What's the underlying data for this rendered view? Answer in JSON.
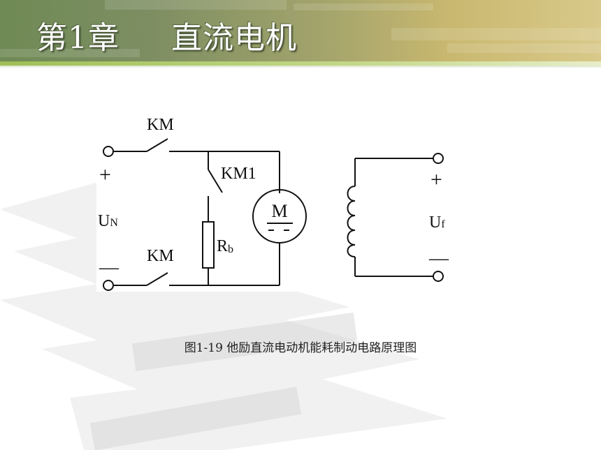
{
  "header": {
    "chapter_number": "第1章",
    "chapter_title": "直流电机"
  },
  "diagram": {
    "labels": {
      "km_top": "KM",
      "km_bottom": "KM",
      "km1": "KM1",
      "supply_plus": "+",
      "supply_minus": "—",
      "supply_voltage_main": "U",
      "supply_voltage_sub": "N",
      "resistor_main": "R",
      "resistor_sub": "b",
      "motor": "M",
      "field_plus": "+",
      "field_minus": "—",
      "field_voltage_main": "U",
      "field_voltage_sub": "f"
    }
  },
  "caption": "图1-19  他励直流电动机能耗制动电路原理图",
  "colors": {
    "header_dark": "#6f8a55",
    "header_light": "#d9c98a",
    "stripe": "#9fbf55",
    "line": "#111111"
  }
}
